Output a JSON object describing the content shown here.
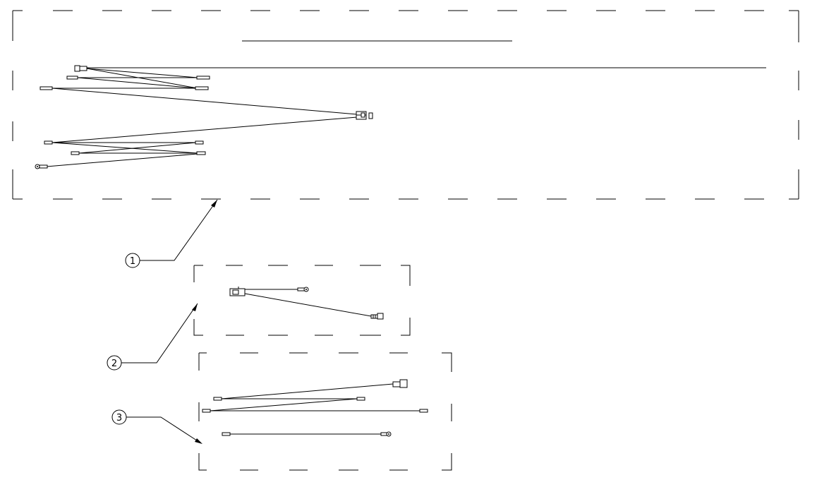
{
  "diagram": {
    "callouts": [
      {
        "label": "1"
      },
      {
        "label": "2"
      },
      {
        "label": "3"
      }
    ],
    "colors": {
      "ink": "#000000",
      "background": "#ffffff"
    }
  }
}
